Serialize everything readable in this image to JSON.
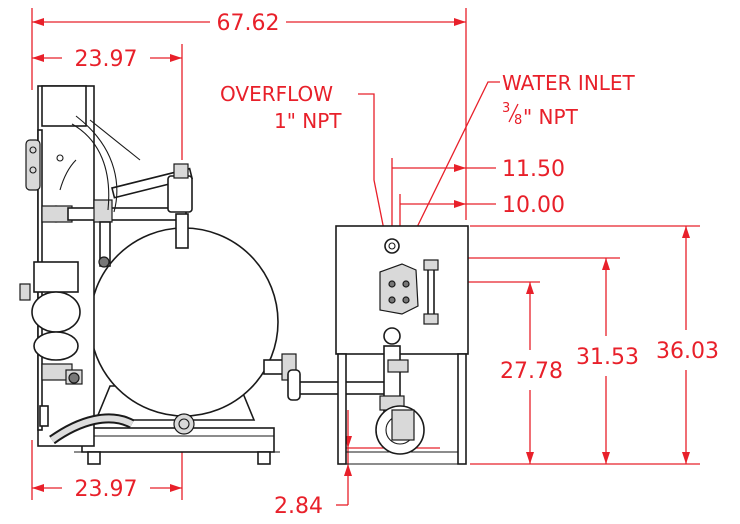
{
  "dimensions": {
    "overall_width": "67.62",
    "left_width_top": "23.97",
    "left_width_bottom": "23.97",
    "inlet_offset": "11.50",
    "overflow_offset": "10.00",
    "height_36": "36.03",
    "height_31": "31.53",
    "height_27": "27.78",
    "base_offset": "2.84"
  },
  "labels": {
    "overflow_title": "OVERFLOW",
    "overflow_size": "1\" NPT",
    "inlet_title": "WATER INLET",
    "inlet_frac_num": "3",
    "inlet_frac_den": "8",
    "inlet_size": "\" NPT"
  },
  "colors": {
    "dimension": "#e8202a",
    "line": "#1a1a1a"
  }
}
